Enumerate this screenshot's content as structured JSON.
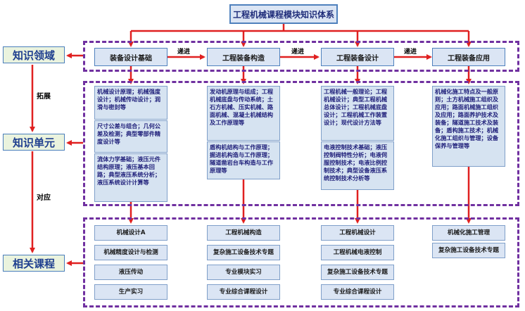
{
  "title": "工程机械课程模块知识体系",
  "side_labels": {
    "domain": "知识领域",
    "unit": "知识单元",
    "course": "相关课程",
    "expand": "拓展",
    "correspond": "对应"
  },
  "progress_label": "递进",
  "categories": [
    "装备设计基础",
    "工程装备构造",
    "工程装备设计",
    "工程装备应用"
  ],
  "units": [
    [
      "机械设计原理；机械强度设计；机械传动设计；润滑与密封等",
      "尺寸公差与组合；几何公差及检测；典型零部件精度设计等",
      "流体力学基础；液压元件结构原理；液压基本回路；典型液压系统分析；液压系统设计计算等"
    ],
    [
      "发动机原理与组成；工程机械底盘与传动系统；土石方机械、压实机械、路面机械、混凝土机械结构及工作原理等",
      "盾构机结构与工作原理；掘进机构造与工作原理；隧道凿岩台车构造与工作原理等"
    ],
    [
      "工程机械一般理论；工程机械设计；典型工程机械总体设计；工程机械底盘设计；工程机械工作装置设计；现代设计方法等",
      "电液控制技术基础；液压控制阀特性分析；电液伺服控制技术；电液比例控制技术；典型设备液压系统控制技术分析等"
    ],
    [
      "机械化施工特点及一般原则；土方机械施工组织及应用；路面机械施工组织及应用；路面养护技术及装备；隧道施工技术及装备；盾构施工技术；机械化施工组织与管理；设备保养与管理等"
    ]
  ],
  "courses": [
    [
      "机械设计A",
      "机械精度设计与检测",
      "液压传动",
      "生产实习"
    ],
    [
      "工程机械构造",
      "复杂施工设备技术专题",
      "专业模块实习",
      "专业综合课程设计"
    ],
    [
      "工程机械设计",
      "工程机械电液控制",
      "复杂施工设备技术专题",
      "专业综合课程设计"
    ],
    [
      "机械化施工管理",
      "复杂施工设备技术专题"
    ]
  ],
  "colors": {
    "arrow": "#e02020",
    "dash": "#7030a0",
    "box_border": "#4f81bd"
  }
}
